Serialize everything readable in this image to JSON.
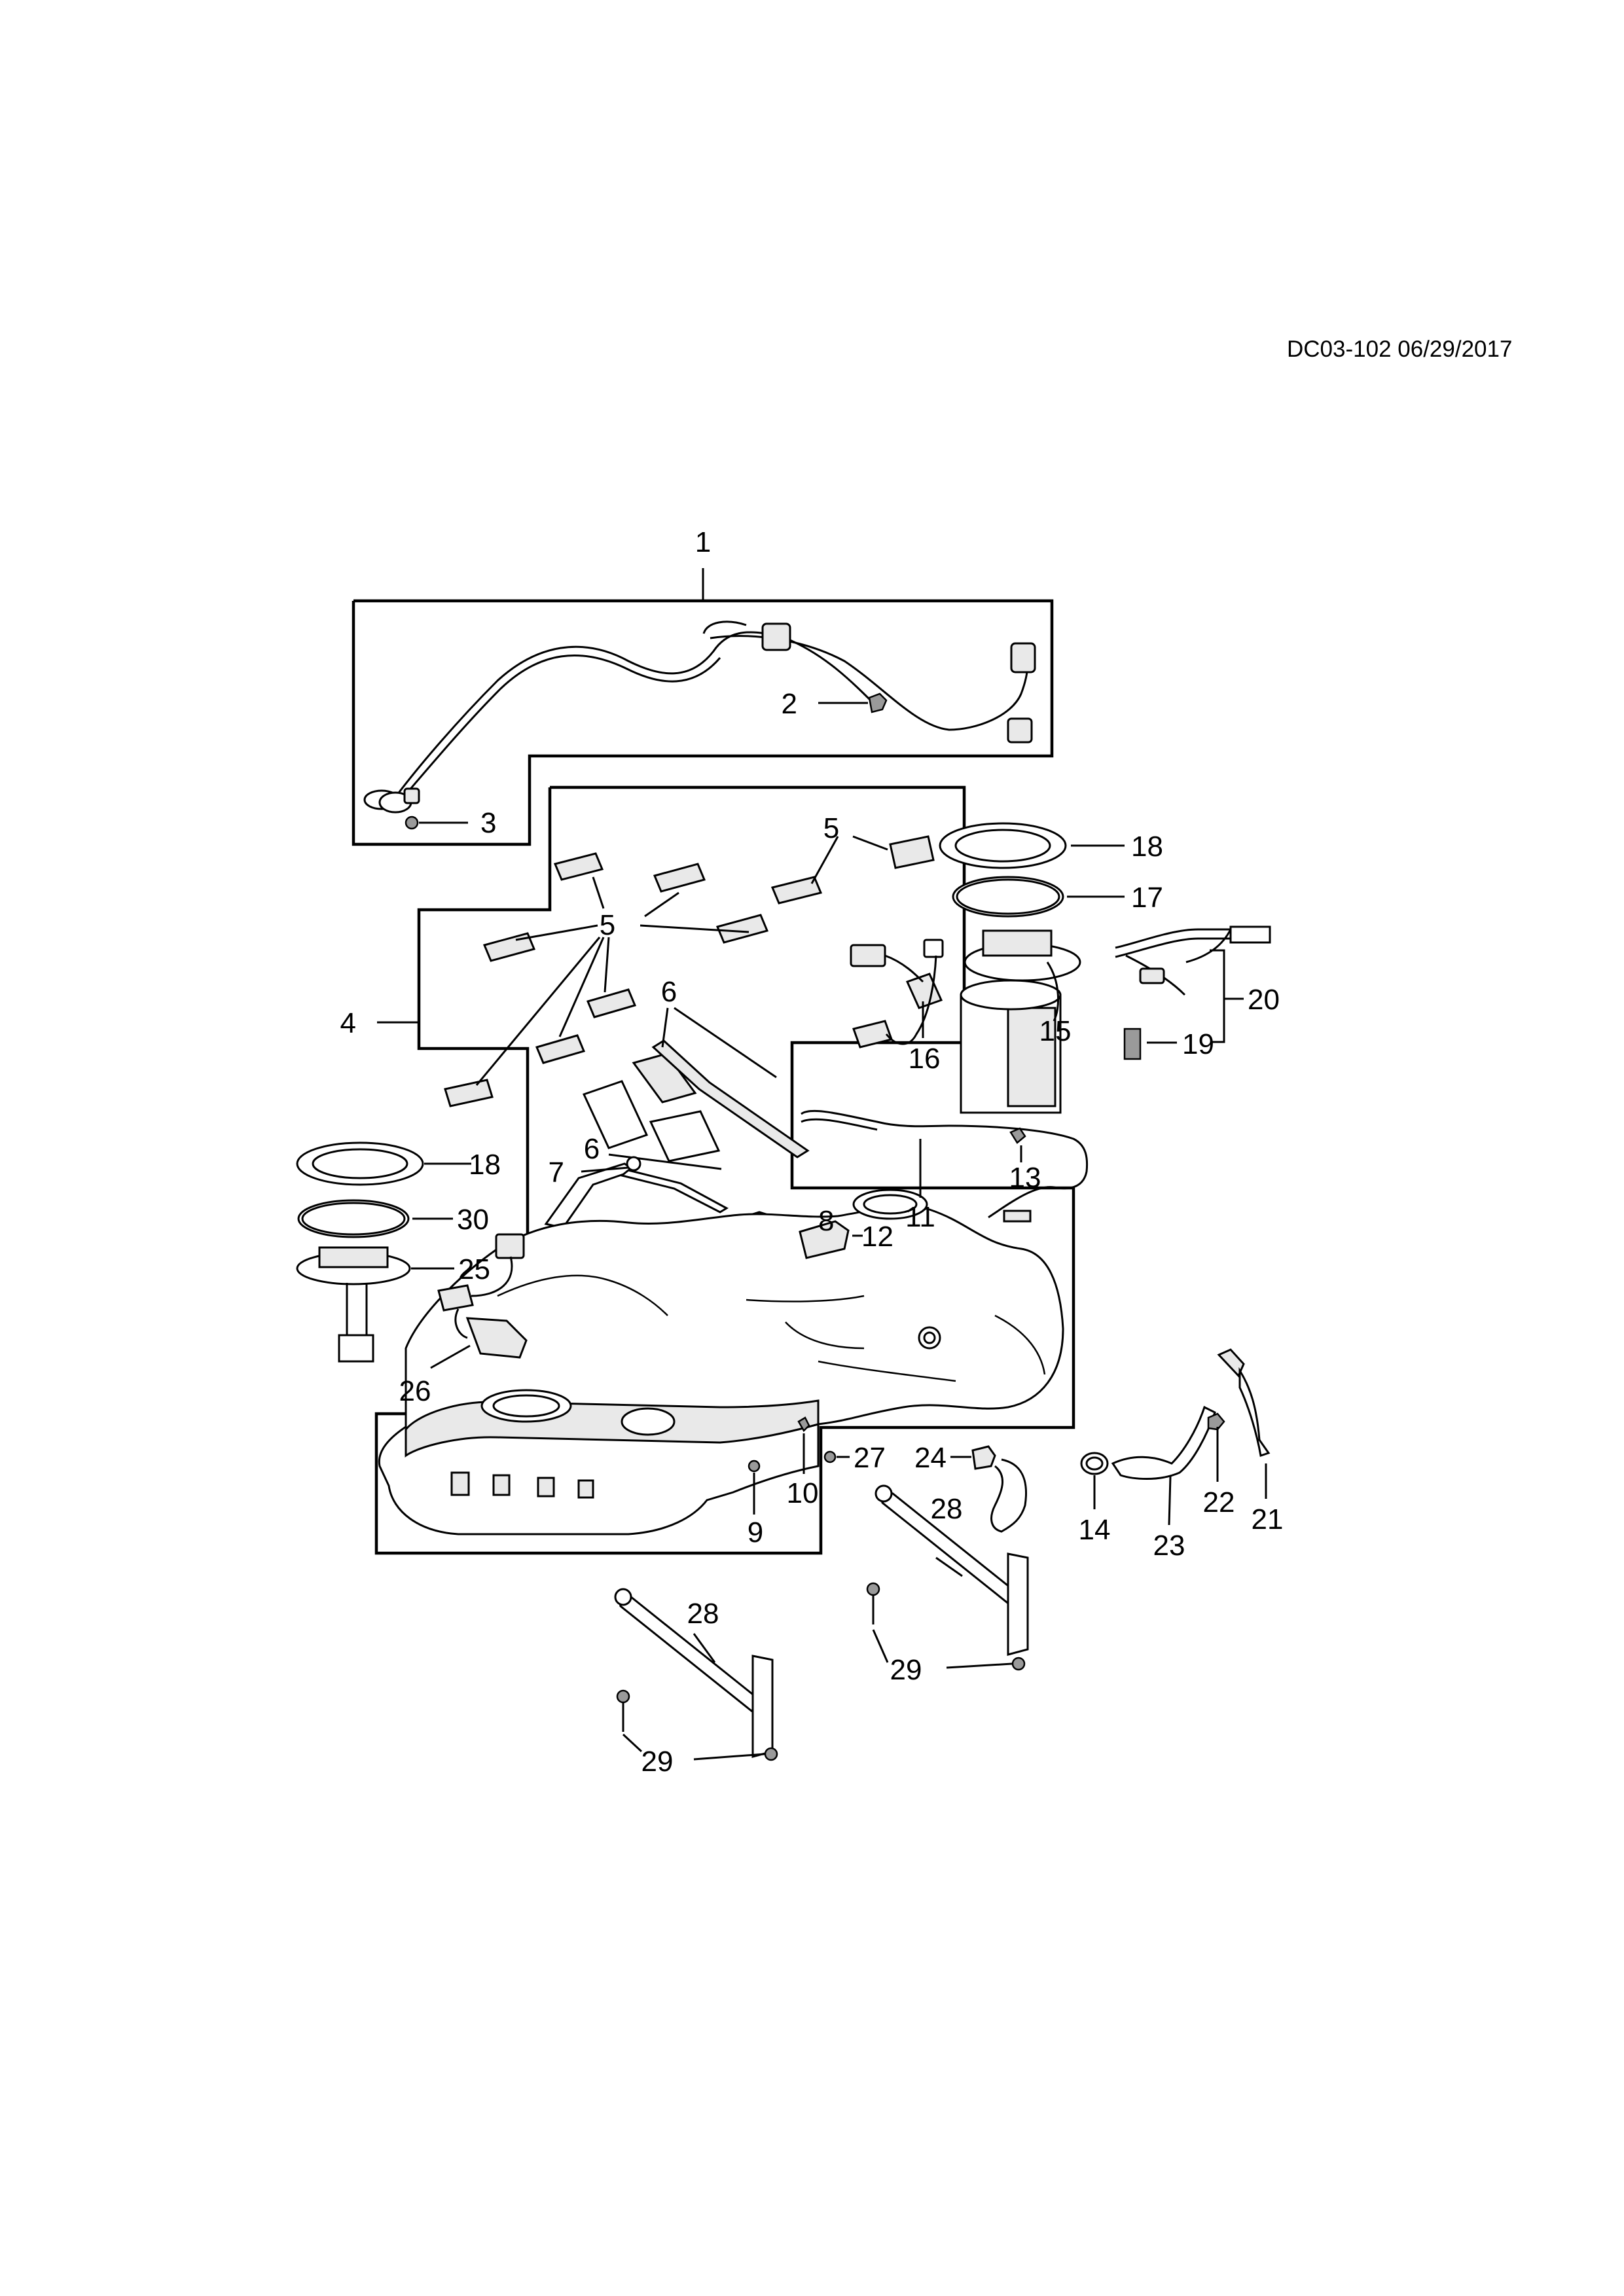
{
  "reference_code": "DC03-102 06/29/2017",
  "callouts": {
    "c1": "1",
    "c2": "2",
    "c3": "3",
    "c4": "4",
    "c5a": "5",
    "c5b": "5",
    "c6a": "6",
    "c6b": "6",
    "c7": "7",
    "c8": "8",
    "c9": "9",
    "c10": "10",
    "c11": "11",
    "c12": "12",
    "c13": "13",
    "c14": "14",
    "c15": "15",
    "c16": "16",
    "c17": "17",
    "c18a": "18",
    "c18b": "18",
    "c19": "19",
    "c20": "20",
    "c21": "21",
    "c22": "22",
    "c23": "23",
    "c24": "24",
    "c25": "25",
    "c26": "26",
    "c27": "27",
    "c28a": "28",
    "c28b": "28",
    "c29a": "29",
    "c29b": "29",
    "c30": "30"
  }
}
